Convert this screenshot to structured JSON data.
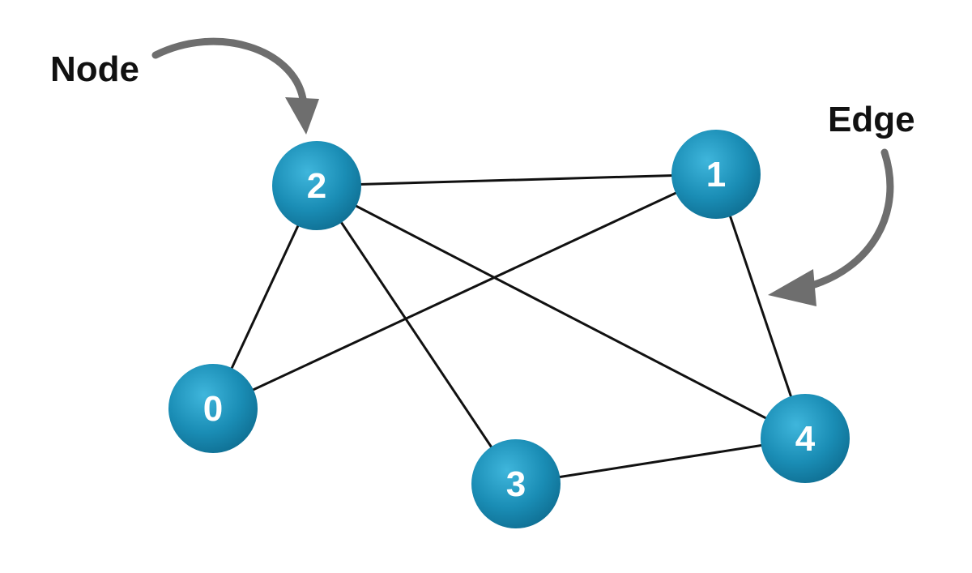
{
  "callouts": {
    "node_label": "Node",
    "edge_label": "Edge"
  },
  "nodes": [
    {
      "id": "0",
      "label": "0"
    },
    {
      "id": "1",
      "label": "1"
    },
    {
      "id": "2",
      "label": "2"
    },
    {
      "id": "3",
      "label": "3"
    },
    {
      "id": "4",
      "label": "4"
    }
  ],
  "edges": [
    {
      "from": "2",
      "to": "1"
    },
    {
      "from": "2",
      "to": "0"
    },
    {
      "from": "2",
      "to": "3"
    },
    {
      "from": "2",
      "to": "4"
    },
    {
      "from": "1",
      "to": "0"
    },
    {
      "from": "1",
      "to": "4"
    },
    {
      "from": "3",
      "to": "4"
    }
  ],
  "colors": {
    "node_fill": "#1a8db5",
    "node_highlight": "#4cc3e6",
    "edge": "#111111",
    "arrow": "#6e6e6e",
    "label_text": "#ffffff"
  }
}
